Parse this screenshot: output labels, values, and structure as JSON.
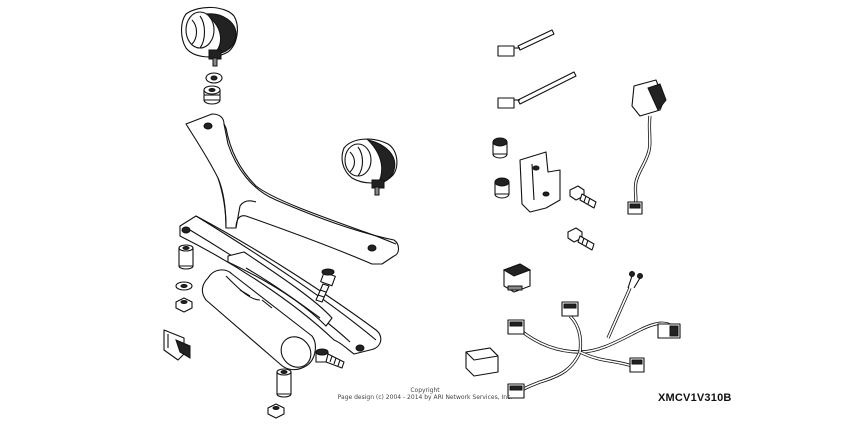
{
  "diagram": {
    "part_code": "XMCV1V310B",
    "copyright": {
      "line1": "Copyright",
      "line2": "Page design (c) 2004 - 2014 by ARI Network Services, Inc."
    }
  },
  "colors": {
    "line": "#111111",
    "fill": "#ffffff",
    "shade": "#222222"
  }
}
